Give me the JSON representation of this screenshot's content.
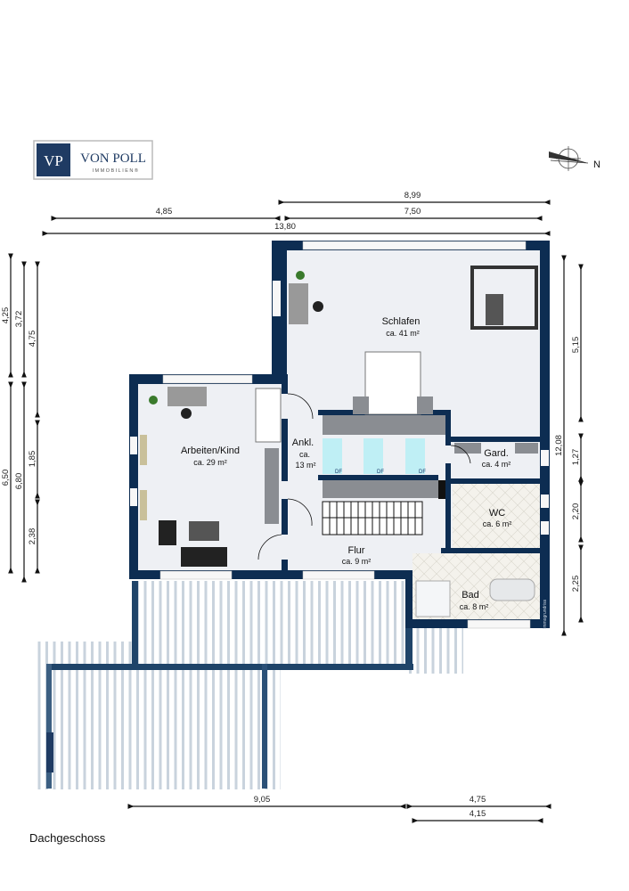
{
  "logo": {
    "mark": "VP",
    "name": "VON POLL",
    "sub": "IMMOBILIEN®"
  },
  "compass": {
    "label": "N"
  },
  "dimensions": {
    "top": [
      "8,99",
      "4,85",
      "7,50",
      "13,80"
    ],
    "left": [
      "4,25",
      "6,50",
      "3,72",
      "6,80",
      "4,75",
      "1,85",
      "2,38"
    ],
    "right": [
      "12,08",
      "5,15",
      "1,27",
      "2,20",
      "2,25"
    ],
    "bottom": [
      "9,05",
      "4,75",
      "4,15"
    ]
  },
  "rooms": [
    {
      "name": "Schlafen",
      "area": "ca. 41 m²"
    },
    {
      "name": "Arbeiten/Kind",
      "area": "ca. 29 m²"
    },
    {
      "name": "Ankl.",
      "area_prefix": "ca.",
      "area": "13 m²"
    },
    {
      "name": "Gard.",
      "area": "ca. 4 m²"
    },
    {
      "name": "WC",
      "area": "ca. 6 m²"
    },
    {
      "name": "Flur",
      "area": "ca. 9 m²"
    },
    {
      "name": "Bad",
      "area": "ca. 8  m²"
    }
  ],
  "skylights": [
    "DF",
    "DF",
    "DF"
  ],
  "watermark": "Immogrundriss",
  "floor_label": "Dachgeschoss",
  "colors": {
    "wall": "#0d2d52",
    "floor": "#eef0f4",
    "tile": "#f3f1ea",
    "skylight": "#bfeff5"
  }
}
